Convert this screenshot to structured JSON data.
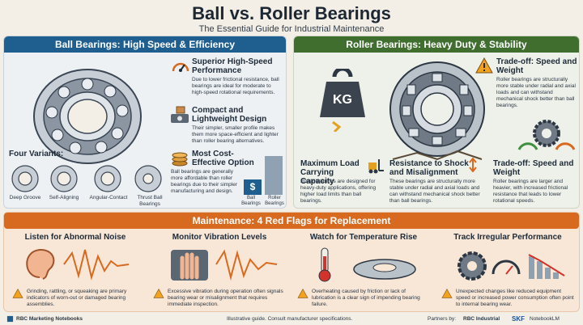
{
  "header": {
    "title": "Ball vs. Roller Bearings",
    "subtitle": "The Essential Guide for Industrial Maintenance"
  },
  "ball": {
    "bar": "Ball Bearings: High Speed & Efficiency",
    "f1_title": "Superior High-Speed Performance",
    "f1_text": "Due to lower frictional resistance, ball bearings are ideal for moderate to high-speed rotational requirements.",
    "f2_title": "Compact and Lightweight Design",
    "f2_text": "Their simpler, smaller profile makes them more space-efficient and lighter than roller bearing alternatives.",
    "f3_title": "Most Cost-Effective Option",
    "f3_text": "Ball bearings are generally more affordable than roller bearings due to their simpler manufacturing and design.",
    "variants_title": "Four Variants:",
    "variants": [
      "Deep Groove",
      "Self-Aligning",
      "Angular-Contact",
      "Thrust Ball Bearings"
    ],
    "cost_labels": [
      "Ball Bearings",
      "Roller Bearings"
    ],
    "cost_values": [
      0.4,
      1.0
    ],
    "dollar": "$"
  },
  "roller": {
    "bar": "Roller Bearings: Heavy Duty & Stability",
    "kg": "KG",
    "t1_title": "Trade-off: Speed and Weight",
    "t1_text": "Roller bearings are structurally more stable under radial and axial loads and can withstand mechanical shock better than ball bearings.",
    "c1_title": "Maximum Load Carrying Capacity",
    "c1_text": "Roller bearings are designed for heavy-duty applications, offering higher load limits than ball bearings.",
    "c2_title": "Resistance to Shock and Misalignment",
    "c2_text": "These bearings are structurally more stable under radial and axial loads and can withstand mechanical shock better than ball bearings.",
    "c3_title": "Trade-off: Speed and Weight",
    "c3_text": "Roller bearings are larger and heavier, with increased frictional resistance that leads to lower rotational speeds."
  },
  "maintenance": {
    "bar": "Maintenance: 4 Red Flags for Replacement",
    "cards": [
      {
        "title": "Listen for Abnormal Noise",
        "text": "Grinding, rattling, or squeaking are primary indicators of worn-out or damaged bearing assemblies."
      },
      {
        "title": "Monitor Vibration Levels",
        "text": "Excessive vibration during operation often signals bearing wear or misalignment that requires immediate inspection."
      },
      {
        "title": "Watch for Temperature Rise",
        "text": "Overheating caused by friction or lack of lubrication is a clear sign of impending bearing failure."
      },
      {
        "title": "Track Irregular Performance",
        "text": "Unexpected changes like reduced equipment speed or increased power consumption often point to internal bearing wear."
      }
    ]
  },
  "footer": {
    "brand": "RBC Marketing Notebooks",
    "note": "Illustrative guide. Consult manufacturer specifications.",
    "partners_label": "Partners by:",
    "partner1": "RBC Industrial",
    "partner2": "SKF",
    "notebook": "NotebookLM"
  },
  "colors": {
    "blue_bar": "#1f5f8f",
    "green_bar": "#3f6e2e",
    "orange_bar": "#d86a1f",
    "warning": "#f3a21c"
  }
}
